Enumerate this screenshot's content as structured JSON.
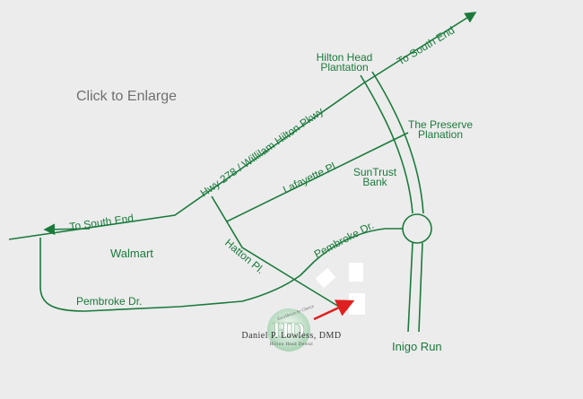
{
  "link": {
    "enlarge": "Click to Enlarge"
  },
  "labels": {
    "hilton_head_line1": "Hilton Head",
    "hilton_head_line2": "Plantation",
    "to_south_end_ne": "To South End",
    "preserve_line1": "The Preserve",
    "preserve_line2": "Planation",
    "hwy278": "Hwy 278 / Willilam Hilton Pkwy",
    "lafayette": "Lafayette Pl",
    "suntrust_line1": "SunTrust",
    "suntrust_line2": "Bank",
    "to_south_end_w": "To South End",
    "pembroke_upper": "Pembroke Dr.",
    "walmart": "Walmart",
    "hatton": "Hatton Pl.",
    "pembroke_lower": "Pembroke Dr.",
    "inigo": "Inigo Run"
  },
  "logo": {
    "monogram": "HD",
    "name": "Daniel P. Lowless, DMD",
    "subtitle": "Hilton Head Dental",
    "arc": "Excellence by Choice"
  },
  "colors": {
    "road": "#1a7a3c",
    "background": "#ececec",
    "marker_arrow": "#e02020"
  }
}
